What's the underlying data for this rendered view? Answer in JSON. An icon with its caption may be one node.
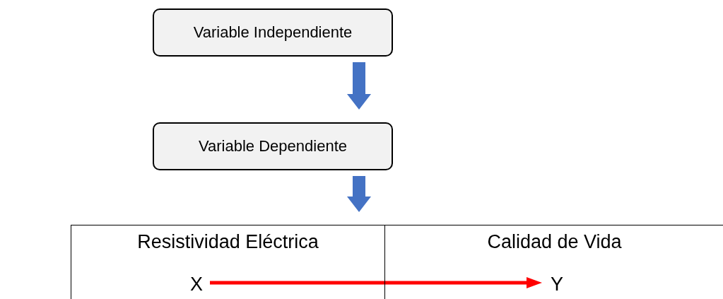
{
  "diagram": {
    "nodes": [
      {
        "text": [
          "Variable Independiente"
        ]
      },
      {
        "text": [
          "Variable Dependiente"
        ]
      },
      {
        "text": [],
        "shape": "box"
      },
      {
        "text": [
          "Resistividad Eléctrica"
        ],
        "in": 2
      },
      {
        "text": [
          "X"
        ],
        "in": 3
      },
      {
        "text": [
          "Calidad de Vida"
        ],
        "in": 2
      },
      {
        "text": [
          "Y"
        ],
        "in": 5
      }
    ],
    "edges": [
      {
        "from": 0,
        "to": 1,
        "arrow": "to"
      },
      {
        "from": 1,
        "to": 2,
        "arrow": "to"
      },
      {
        "from": 4,
        "to": 6,
        "arrow": "to",
        "color": "#ff0000"
      }
    ]
  }
}
